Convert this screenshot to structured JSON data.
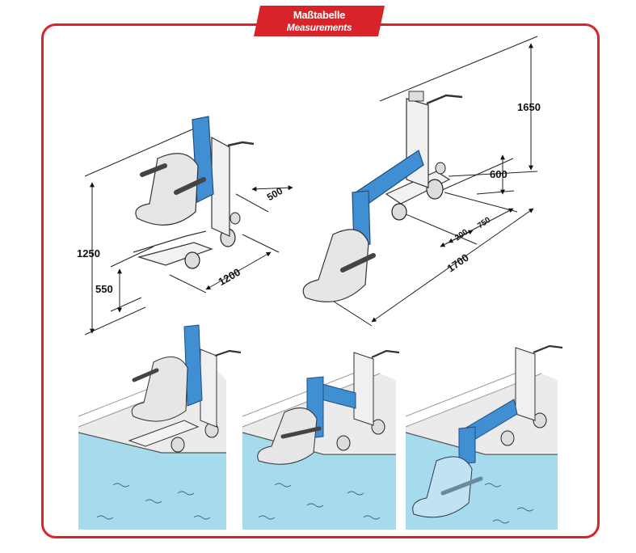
{
  "header": {
    "title": "Maßtabelle",
    "subtitle": "Measurements"
  },
  "colors": {
    "frame": "#d8232a",
    "arm": "#3f8fd2",
    "water": "#a6dbee",
    "seat": "#e6e6e6"
  },
  "dimensions": {
    "height_overall": "1250",
    "seat_height": "550",
    "length_base": "1200",
    "width_base": "500",
    "height_max": "1650",
    "lift_height": "600",
    "reach_total": "1700",
    "reach_a": "200",
    "reach_b": "750"
  }
}
